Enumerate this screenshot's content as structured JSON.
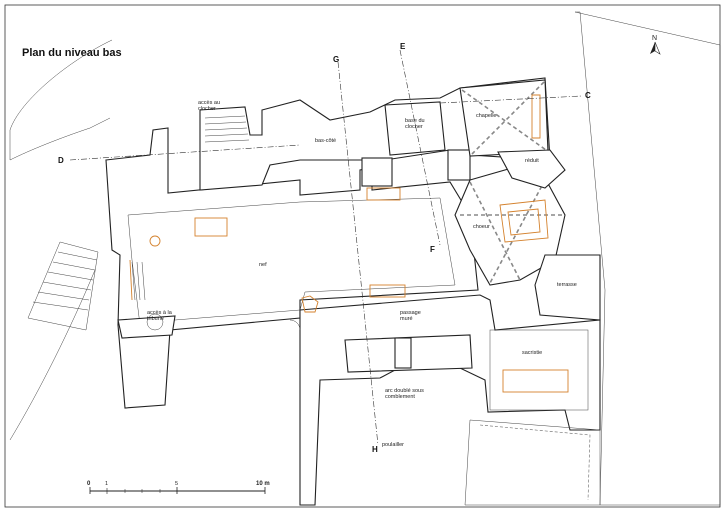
{
  "title": "Plan du niveau bas",
  "north": "N",
  "rooms": {
    "acces_clocher": "accès au\nclocher",
    "bas_cote": "bas-côté",
    "base_clocher": "base du\nclocher",
    "chapelle": "chapelle",
    "reduit": "réduit",
    "choeur": "choeur",
    "nef": "nef",
    "terrasse": "terrasse",
    "acces_tribune": "accès à la\ntribune",
    "passage_mure": "passage\nmuré",
    "sacristie": "sacristie",
    "arc_double": "arc doublé sous\ncomblement",
    "poulailler": "poulailler"
  },
  "sections": {
    "G": "G",
    "E": "E",
    "C": "C",
    "D": "D",
    "F": "F",
    "H": "H"
  },
  "scale": {
    "ticks": [
      "0",
      "1",
      "5",
      "10 m"
    ]
  },
  "colors": {
    "outline": "#222222",
    "orange": "#d4822e",
    "hatch": "#888888"
  }
}
